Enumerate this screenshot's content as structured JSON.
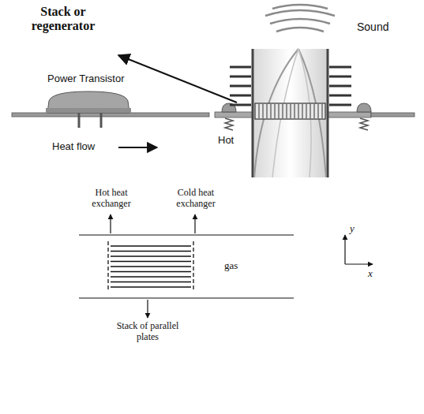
{
  "diagram": {
    "labels": [
      "Stack or regenerator",
      "Sound",
      "Power Transistor",
      "Heat flow",
      "Hot",
      "Hot heat exchanger",
      "Cold heat exchanger",
      "y",
      "x",
      "gas",
      "Stack of parallel plates"
    ]
  }
}
